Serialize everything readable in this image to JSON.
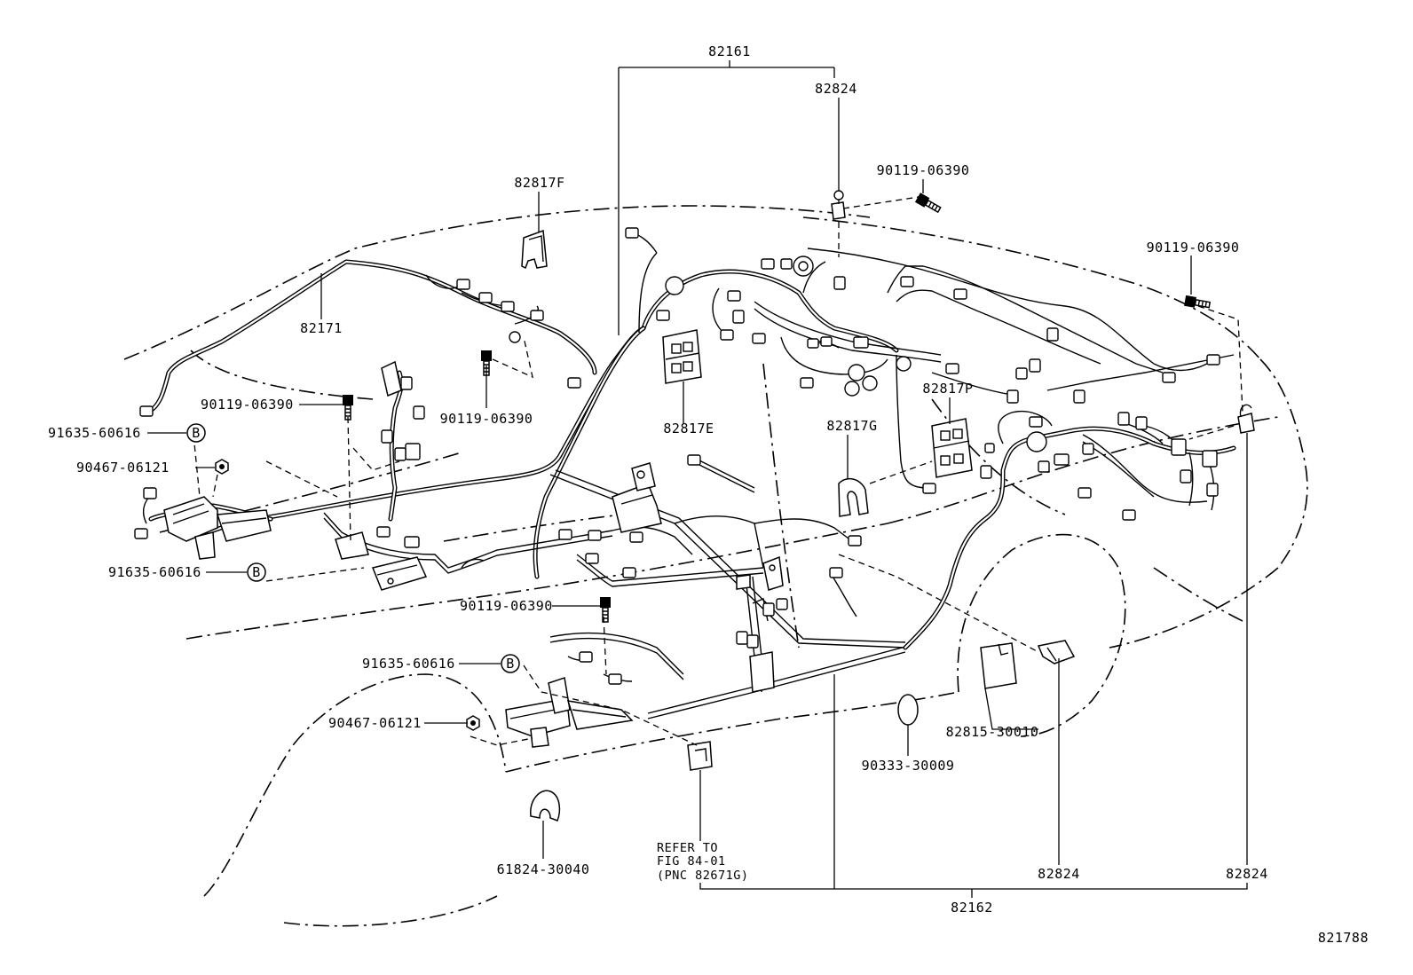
{
  "labels": {
    "p82161": "82161",
    "p82824_top": "82824",
    "p90119_tr1": "90119-06390",
    "p90119_tr2": "90119-06390",
    "p82817F": "82817F",
    "p82171": "82171",
    "p90119_left": "90119-06390",
    "p90119_mid": "90119-06390",
    "p91635_1": "91635-60616",
    "p90467_1": "90467-06121",
    "p91635_2": "91635-60616",
    "p82817E": "82817E",
    "p82817G": "82817G",
    "p82817P": "82817P",
    "p90119_low": "90119-06390",
    "p91635_3": "91635-60616",
    "p90467_2": "90467-06121",
    "p82815": "82815-30010",
    "p90333": "90333-30009",
    "p61824": "61824-30040",
    "refer_1": "REFER TO",
    "refer_2": "FIG 84-01",
    "refer_3": "(PNC 82671G)",
    "p82824_b1": "82824",
    "p82824_b2": "82824",
    "p82162": "82162",
    "fig_number": "821788"
  },
  "markers": {
    "b1": "B",
    "b2": "B",
    "b3": "B"
  }
}
